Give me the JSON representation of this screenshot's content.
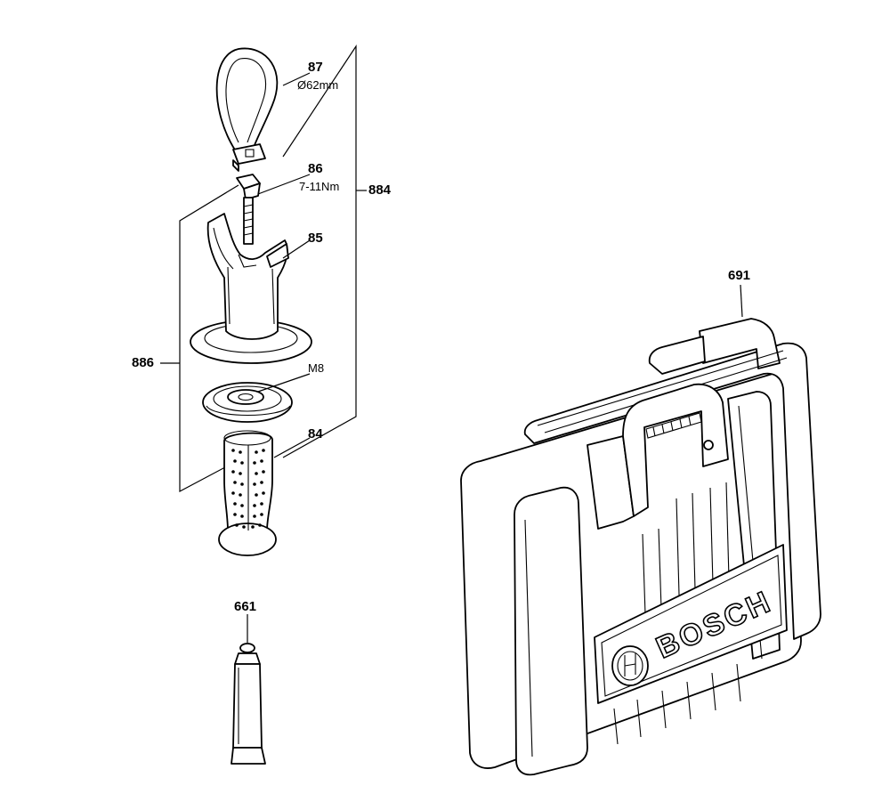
{
  "callouts": {
    "p87": "87",
    "p87_spec": "Ø62mm",
    "p86": "86",
    "p86_spec": "7-11Nm",
    "p884": "884",
    "p85": "85",
    "p886": "886",
    "pM8": "M8",
    "p84": "84",
    "p661": "661",
    "p691": "691"
  },
  "case": {
    "brand_text": "BOSCH"
  }
}
